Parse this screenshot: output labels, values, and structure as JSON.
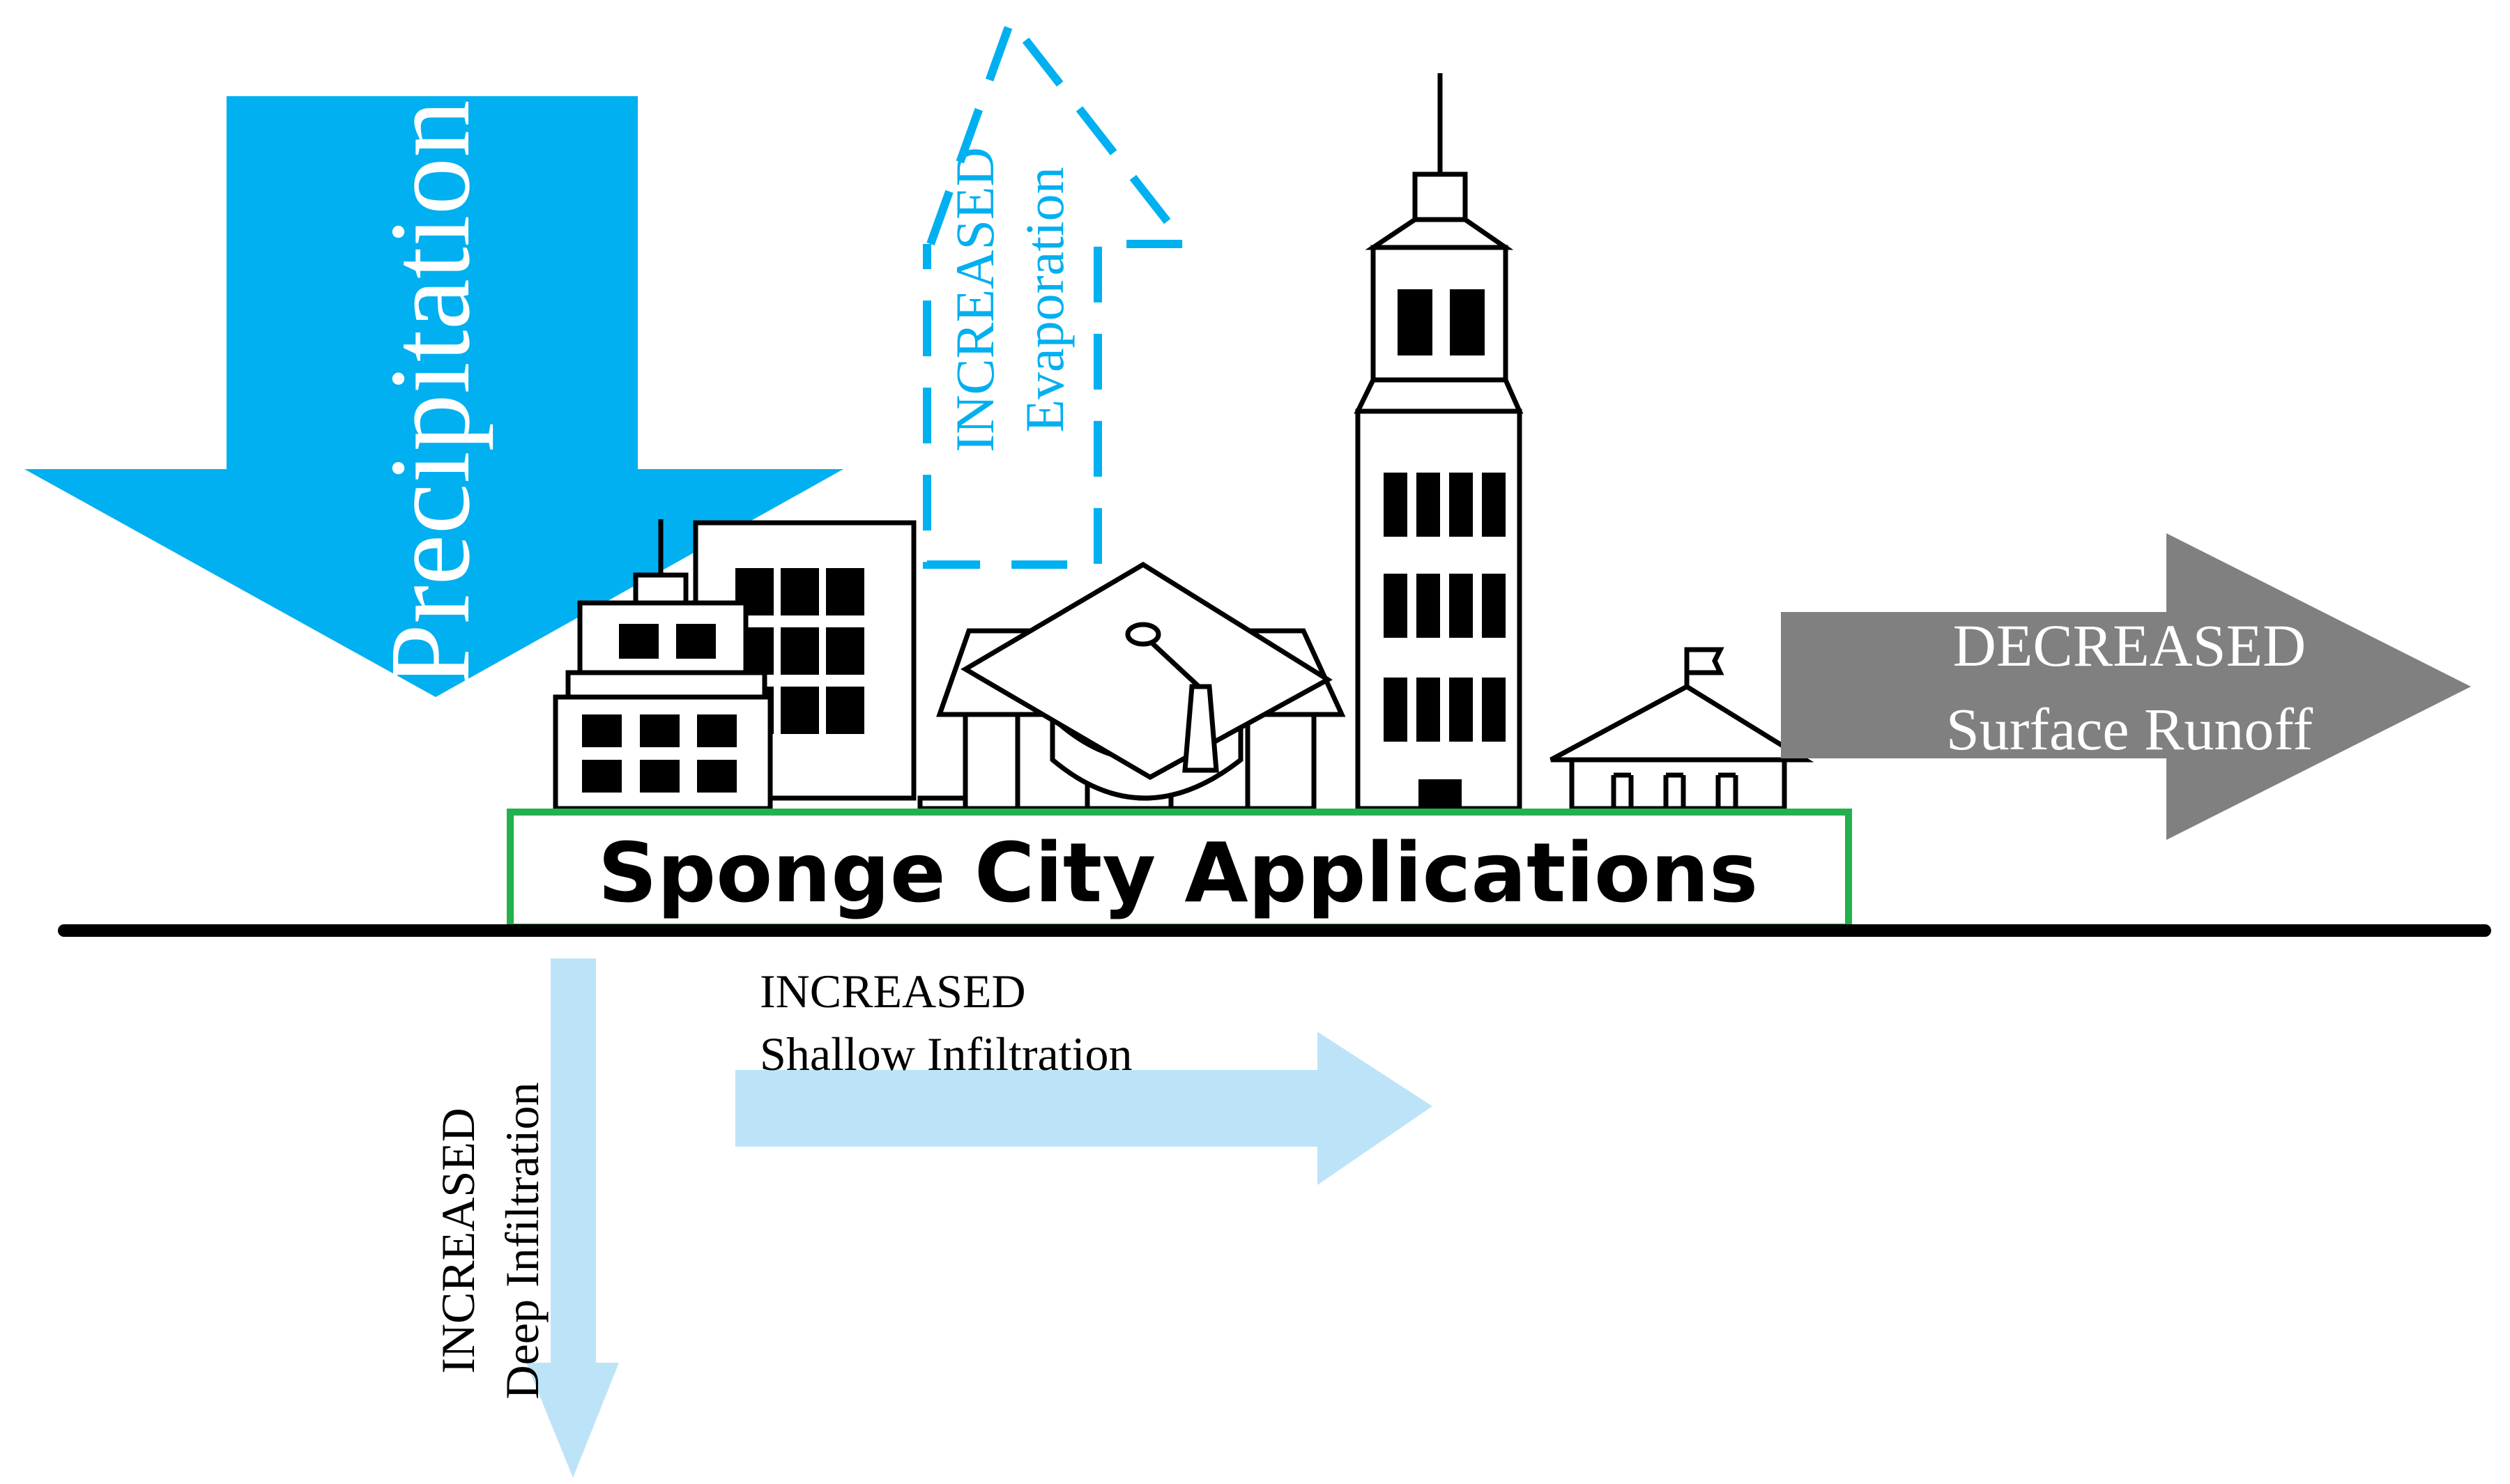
{
  "labels": {
    "precipitation": "Precipitation",
    "evaporation_line1": "INCREASED",
    "evaporation_line2": "Evaporation",
    "runoff_line1": "DECREASED",
    "runoff_line2": "Surface Runoff",
    "sponge_city": "Sponge City Applications",
    "shallow_line1": "INCREASED",
    "shallow_line2": "Shallow Infiltration",
    "deep_line1": "INCREASED",
    "deep_line2": "Deep Infiltration"
  },
  "colors": {
    "precipitation": "#00B0F0",
    "evaporation": "#00B0F0",
    "runoff": "#808080",
    "infiltration": "#BDE3F9",
    "sponge_border": "#22B14C",
    "ground": "#000000",
    "building": "#000000"
  },
  "icons": {
    "graduation": "graduation-cap-icon",
    "flag": "flag-icon"
  }
}
